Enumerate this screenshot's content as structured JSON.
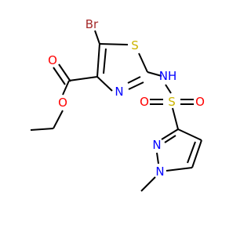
{
  "molecule": {
    "atoms": {
      "br": "Br",
      "s_ring": "S",
      "n_thiazole": "N",
      "nh": "NH",
      "s_sulfonyl": "S",
      "o_sulfonyl_left": "O",
      "o_sulfonyl_right": "O",
      "o_carbonyl": "O",
      "o_ester": "O",
      "n_pyrazole_2": "N",
      "n_pyrazole_1": "N"
    },
    "colors": {
      "bond": "#000000",
      "bromine": "#a52a2a",
      "sulfur": "#ccb400",
      "nitrogen": "#0000ff",
      "oxygen": "#ff0000"
    }
  }
}
